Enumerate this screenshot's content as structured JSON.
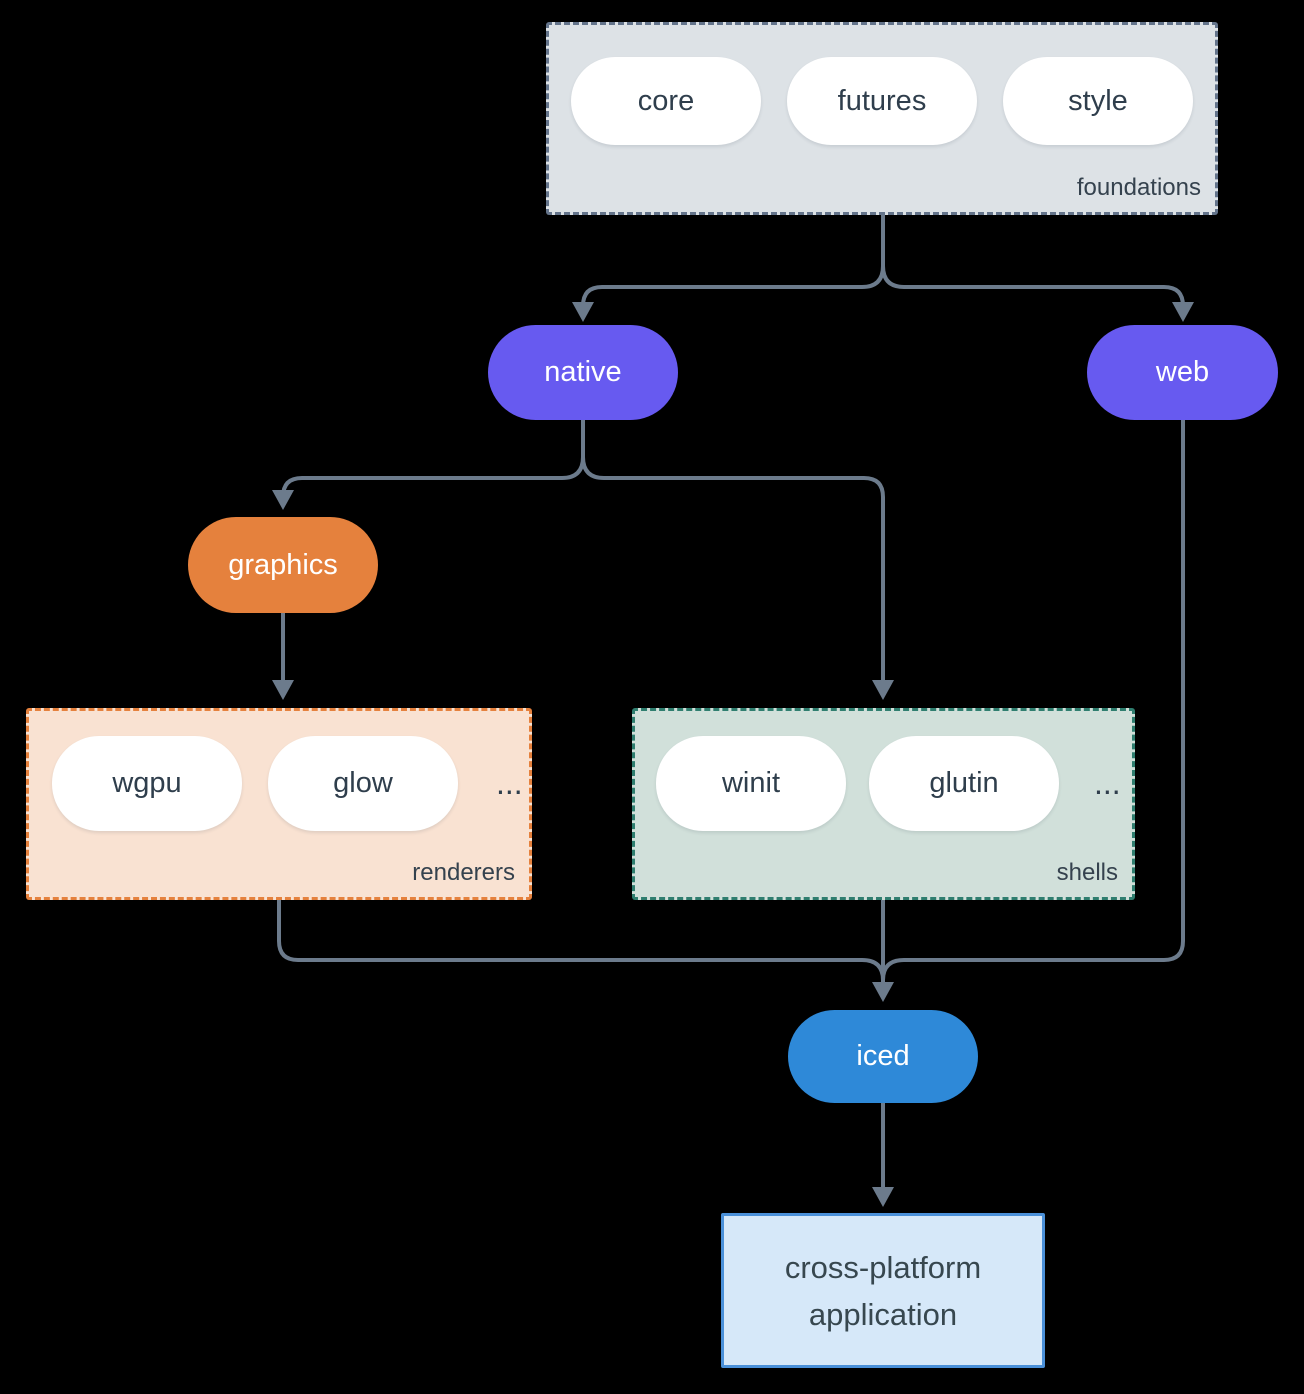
{
  "colors": {
    "background": "#000000",
    "connector": "#6c7b8c",
    "foundations_fill": "#dde2e6",
    "foundations_border": "#64748b",
    "native_web_purple": "#675af0",
    "graphics_orange": "#e5813d",
    "renderers_fill": "#f9e2d2",
    "renderers_border": "#e5813d",
    "shells_fill": "#d1e0da",
    "shells_border": "#2f7e6f",
    "iced_blue": "#2e89d8",
    "application_fill": "#d6e8f9",
    "application_border": "#4a90d9",
    "text_dark": "#2f3e4c",
    "text_light": "#ffffff"
  },
  "diagram": {
    "foundations": {
      "label": "foundations",
      "items": [
        "core",
        "futures",
        "style"
      ]
    },
    "native": {
      "label": "native"
    },
    "web": {
      "label": "web"
    },
    "graphics": {
      "label": "graphics"
    },
    "renderers": {
      "label": "renderers",
      "items": [
        "wgpu",
        "glow"
      ],
      "more": "..."
    },
    "shells": {
      "label": "shells",
      "items": [
        "winit",
        "glutin"
      ],
      "more": "..."
    },
    "iced": {
      "label": "iced"
    },
    "application": {
      "line1": "cross-platform",
      "line2": "application"
    },
    "edges": [
      {
        "from": "foundations",
        "to": "native"
      },
      {
        "from": "foundations",
        "to": "web"
      },
      {
        "from": "native",
        "to": "graphics"
      },
      {
        "from": "native",
        "to": "shells"
      },
      {
        "from": "graphics",
        "to": "renderers"
      },
      {
        "from": "renderers",
        "to": "iced"
      },
      {
        "from": "shells",
        "to": "iced"
      },
      {
        "from": "web",
        "to": "iced"
      },
      {
        "from": "iced",
        "to": "application"
      }
    ]
  }
}
